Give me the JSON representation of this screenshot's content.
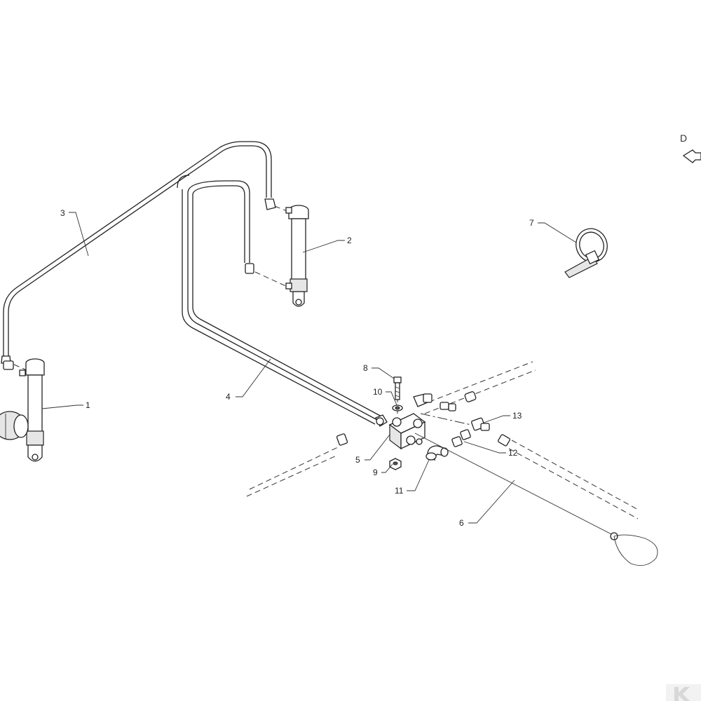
{
  "view_label": "D",
  "callouts": [
    {
      "id": "1",
      "label": "1"
    },
    {
      "id": "2",
      "label": "2"
    },
    {
      "id": "3",
      "label": "3"
    },
    {
      "id": "4",
      "label": "4"
    },
    {
      "id": "5",
      "label": "5"
    },
    {
      "id": "6",
      "label": "6"
    },
    {
      "id": "7",
      "label": "7"
    },
    {
      "id": "8",
      "label": "8"
    },
    {
      "id": "9",
      "label": "9"
    },
    {
      "id": "10",
      "label": "10"
    },
    {
      "id": "11",
      "label": "11"
    },
    {
      "id": "12",
      "label": "12"
    },
    {
      "id": "13",
      "label": "13"
    }
  ],
  "icons": {
    "view_arrow": "view-direction-arrow-icon",
    "brand_logo": "brand-logo-icon"
  }
}
